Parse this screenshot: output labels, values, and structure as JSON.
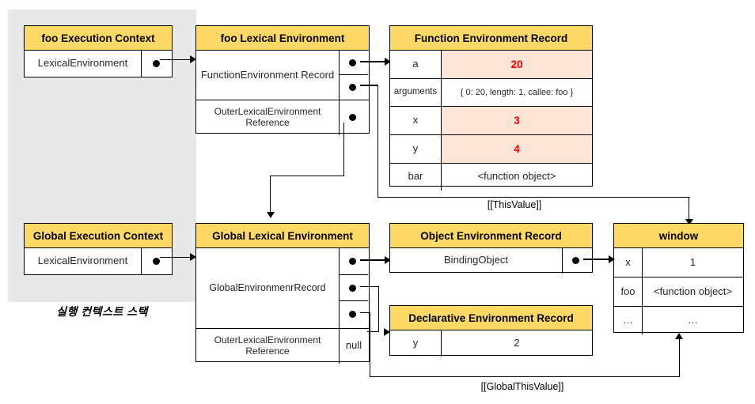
{
  "diagram": {
    "caption_stack": "실행 컨텍스트 스택",
    "colors": {
      "header": "#FFD966",
      "highlight": "#FCE4D6",
      "value_red": "#FF0000",
      "stack_bg": "#E8E8E8"
    }
  },
  "foo_execution_context": {
    "title": "foo Execution Context",
    "rows": [
      {
        "label": "LexicalEnvironment",
        "pointer": "pointer-dot"
      }
    ]
  },
  "foo_lexical_environment": {
    "title": "foo Lexical Environment",
    "rows": [
      {
        "label": "FunctionEnvironment Record",
        "pointers": [
          "pointer-dot",
          "pointer-dot"
        ]
      },
      {
        "label": "OuterLexicalEnvironment Reference",
        "pointers": [
          "pointer-dot"
        ]
      }
    ]
  },
  "function_environment_record": {
    "title": "Function Environment Record",
    "rows": [
      {
        "key": "a",
        "value": "20",
        "highlight": true
      },
      {
        "key": "arguments",
        "value": "{ 0: 20, length: 1, callee: foo }",
        "highlight": false
      },
      {
        "key": "x",
        "value": "3",
        "highlight": true
      },
      {
        "key": "y",
        "value": "4",
        "highlight": true
      },
      {
        "key": "bar",
        "value": "<function object>",
        "highlight": false
      }
    ]
  },
  "global_execution_context": {
    "title": "Global Execution Context",
    "rows": [
      {
        "label": "LexicalEnvironment",
        "pointer": "pointer-dot"
      }
    ]
  },
  "global_lexical_environment": {
    "title": "Global Lexical Environment",
    "rows": [
      {
        "label": "GlobalEnvironmenrRecord",
        "pointers": [
          "pointer-dot",
          "pointer-dot",
          "pointer-dot"
        ]
      },
      {
        "label": "OuterLexicalEnvironment Reference",
        "value": "null"
      }
    ]
  },
  "object_environment_record": {
    "title": "Object Environment Record",
    "rows": [
      {
        "label": "BindingObject",
        "pointer": "pointer-dot"
      }
    ]
  },
  "declarative_environment_record": {
    "title": "Declarative Environment Record",
    "rows": [
      {
        "key": "y",
        "value": "2"
      }
    ]
  },
  "window_object": {
    "title": "window",
    "rows": [
      {
        "key": "x",
        "value": "1"
      },
      {
        "key": "foo",
        "value": "<function object>"
      },
      {
        "key": "…",
        "value": "…"
      }
    ]
  },
  "edge_labels": {
    "this_value": "[[ThisValue]]",
    "global_this_value": "[[GlobalThisValue]]"
  }
}
